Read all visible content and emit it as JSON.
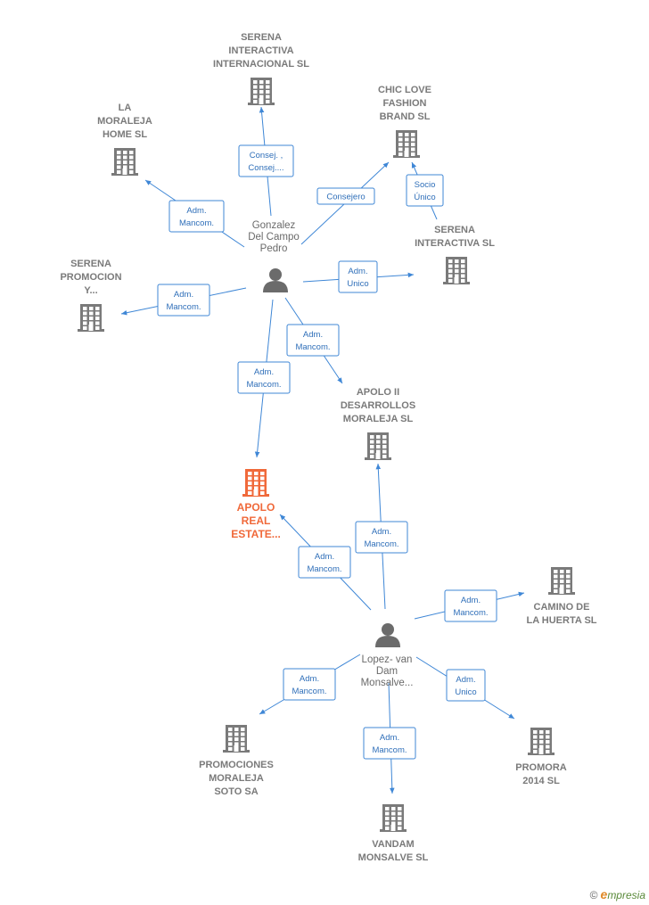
{
  "colors": {
    "edge": "#3f87d6",
    "building": "#7a7a7a",
    "highlight": "#f0693a",
    "person": "#6b6b6b"
  },
  "nodes": [
    {
      "id": "serena-int-int",
      "type": "company",
      "lines": [
        "SERENA",
        "INTERACTIVA",
        "INTERNACIONAL SL"
      ]
    },
    {
      "id": "la-moraleja",
      "type": "company",
      "lines": [
        "LA",
        "MORALEJA",
        "HOME  SL"
      ]
    },
    {
      "id": "chic-love",
      "type": "company",
      "lines": [
        "CHIC LOVE",
        "FASHION",
        "BRAND  SL"
      ]
    },
    {
      "id": "serena-int",
      "type": "company",
      "lines": [
        "SERENA",
        "INTERACTIVA SL"
      ]
    },
    {
      "id": "serena-promo",
      "type": "company",
      "lines": [
        "SERENA",
        "PROMOCION",
        "Y..."
      ]
    },
    {
      "id": "apolo-ii",
      "type": "company",
      "lines": [
        "APOLO II",
        "DESARROLLOS",
        "MORALEJA  SL"
      ]
    },
    {
      "id": "apolo-real",
      "type": "company",
      "highlight": true,
      "lines": [
        "APOLO",
        "REAL",
        "ESTATE..."
      ]
    },
    {
      "id": "camino",
      "type": "company",
      "lines": [
        "CAMINO DE",
        "LA HUERTA SL"
      ]
    },
    {
      "id": "promociones",
      "type": "company",
      "lines": [
        "PROMOCIONES",
        "MORALEJA",
        "SOTO SA"
      ]
    },
    {
      "id": "promora",
      "type": "company",
      "lines": [
        "PROMORA",
        "2014  SL"
      ]
    },
    {
      "id": "vandam",
      "type": "company",
      "lines": [
        "VANDAM",
        "MONSALVE SL"
      ]
    },
    {
      "id": "gonzalez",
      "type": "person",
      "lines": [
        "Gonzalez",
        "Del Campo",
        "Pedro"
      ]
    },
    {
      "id": "lopez",
      "type": "person",
      "lines": [
        "Lopez- van",
        "Dam",
        "Monsalve..."
      ]
    }
  ],
  "edges": [
    {
      "id": "g-serena-int-int",
      "label": [
        "Consej. ,",
        "Consej...."
      ]
    },
    {
      "id": "g-la-moraleja",
      "label": [
        "Adm.",
        "Mancom."
      ]
    },
    {
      "id": "g-chic-love",
      "label": [
        "Consejero"
      ]
    },
    {
      "id": "serena-int-chic",
      "label": [
        "Socio",
        "Único"
      ]
    },
    {
      "id": "g-serena-int",
      "label": [
        "Adm.",
        "Unico"
      ]
    },
    {
      "id": "g-serena-promo",
      "label": [
        "Adm.",
        "Mancom."
      ]
    },
    {
      "id": "g-apolo-ii",
      "label": [
        "Adm.",
        "Mancom."
      ]
    },
    {
      "id": "g-apolo-real",
      "label": [
        "Adm.",
        "Mancom."
      ]
    },
    {
      "id": "l-apolo-ii",
      "label": [
        "Adm.",
        "Mancom."
      ]
    },
    {
      "id": "l-apolo-real",
      "label": [
        "Adm.",
        "Mancom."
      ]
    },
    {
      "id": "l-camino",
      "label": [
        "Adm.",
        "Mancom."
      ]
    },
    {
      "id": "l-promociones",
      "label": [
        "Adm.",
        "Mancom."
      ]
    },
    {
      "id": "l-promora",
      "label": [
        "Adm.",
        "Unico"
      ]
    },
    {
      "id": "l-vandam",
      "label": [
        "Adm.",
        "Mancom."
      ]
    }
  ],
  "watermark": {
    "symbol": "©",
    "initial": "e",
    "text": "mpresia"
  }
}
